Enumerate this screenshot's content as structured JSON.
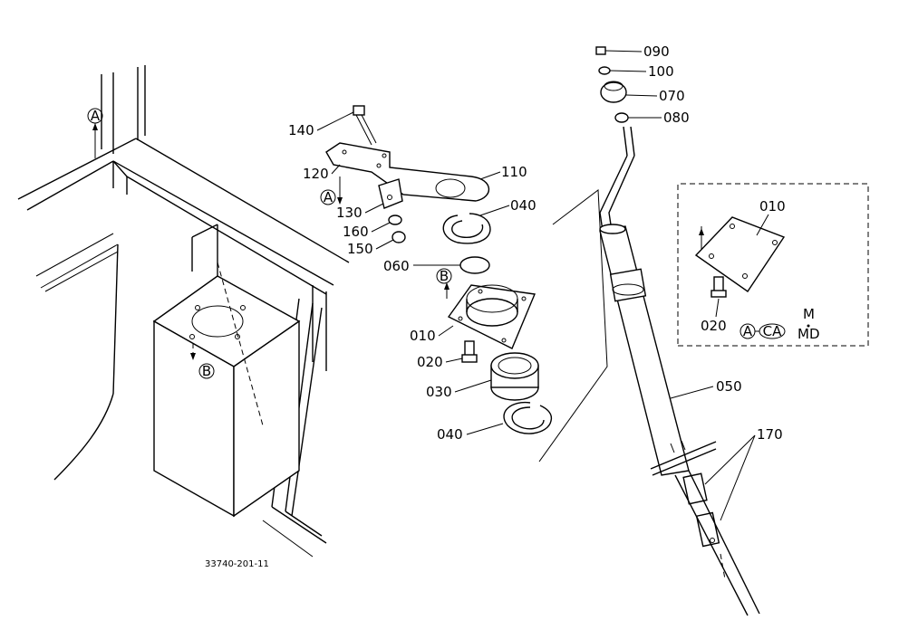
{
  "figure": {
    "drawing_number": "33740-201-11"
  },
  "callouts": {
    "p140": "140",
    "p120": "120",
    "p110": "110",
    "p130": "130",
    "p040a": "040",
    "p160": "160",
    "p150": "150",
    "p060": "060",
    "p010": "010",
    "p020": "020",
    "p030": "030",
    "p040b": "040",
    "p090": "090",
    "p100": "100",
    "p070": "070",
    "p080": "080",
    "p050": "050",
    "p170": "170"
  },
  "inset": {
    "p010": "010",
    "p020": "020",
    "model_m": "M",
    "model_md": "MD",
    "ref_a": "A",
    "ref_ca": "CA"
  },
  "refs": {
    "a1": "A",
    "a2": "A",
    "b1": "B",
    "b2": "B"
  }
}
